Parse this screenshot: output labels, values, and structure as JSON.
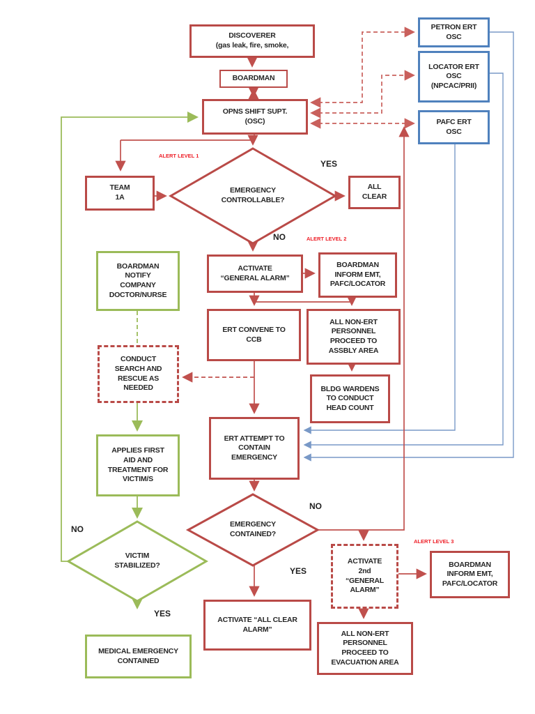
{
  "colors": {
    "box_red": "#b94a47",
    "line_red": "#c0504d",
    "dashed_comm_red": "#c9605c",
    "box_blue": "#4f81bd",
    "line_blue": "#7999c7",
    "green": "#9bbb59",
    "alert_text_red": "#ee1c25"
  },
  "nodes": {
    "discoverer": "DISCOVERER\n(gas leak, fire, smoke,",
    "boardman": "BOARDMAN",
    "opns_shift_supt": "OPNS SHIFT SUPT.\n(OSC)",
    "petron_ert": "PETRON ERT\nOSC",
    "locator_ert": "LOCATOR ERT\nOSC\n(NPCAC/PRII)",
    "pafc_ert": "PAFC ERT\nOSC",
    "team_1a": "TEAM\n1A",
    "emergency_controllable": "EMERGENCY\nCONTROLLABLE?",
    "all_clear": "ALL\nCLEAR",
    "activate_general_alarm": "ACTIVATE\n“GENERAL ALARM”",
    "boardman_inform_emt_1": "BOARDMAN\nINFORM EMT,\nPAFC/LOCATOR",
    "ert_convene_ccb": "ERT CONVENE TO\nCCB",
    "all_non_ert_assbly": "ALL NON-ERT\nPERSONNEL\nPROCEED TO\nASSBLY AREA",
    "bldg_wardens": "BLDG WARDENS\nTO CONDUCT\nHEAD COUNT",
    "ert_attempt_contain": "ERT ATTEMPT TO\nCONTAIN\nEMERGENCY",
    "emergency_contained": "EMERGENCY\nCONTAINED?",
    "activate_all_clear_alarm": "ACTIVATE  “ALL CLEAR\nALARM”",
    "activate_2nd_general_alarm": "ACTIVATE\n2nd\n“GENERAL\nALARM”",
    "boardman_inform_emt_2": "BOARDMAN\nINFORM EMT,\nPAFC/LOCATOR",
    "all_non_ert_evacuation": "ALL NON-ERT\nPERSONNEL\nPROCEED TO\nEVACUATION AREA",
    "boardman_notify_doctor": "BOARDMAN\nNOTIFY\nCOMPANY\nDOCTOR/NURSE",
    "conduct_search_rescue": "CONDUCT\nSEARCH AND\nRESCUE AS\nNEEDED",
    "applies_first_aid": "APPLIES FIRST\nAID AND\nTREATMENT FOR\nVICTIM/S",
    "victim_stabilized": "VICTIM\nSTABILIZED?",
    "medical_emergency_contained": "MEDICAL EMERGENCY\nCONTAINED"
  },
  "labels": {
    "alert_level_1": "ALERT LEVEL 1",
    "alert_level_2": "ALERT LEVEL 2",
    "alert_level_3": "ALERT LEVEL 3",
    "yes_controllable": "YES",
    "no_controllable": "NO",
    "no_contained": "NO",
    "yes_contained": "YES",
    "no_stabilized": "NO",
    "yes_stabilized": "YES"
  }
}
